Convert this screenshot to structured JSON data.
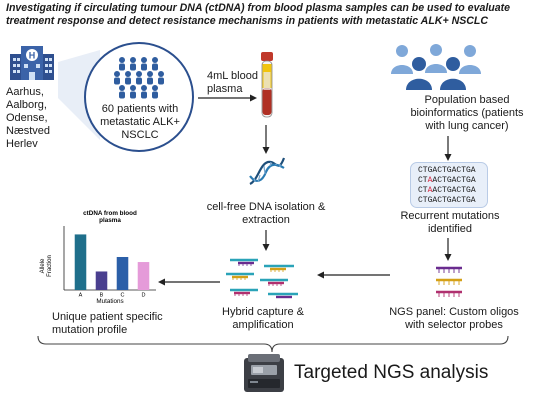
{
  "title_line1": "Investigating if circulating tumour DNA (ctDNA) from blood plasma samples can be used to evaluate",
  "title_line2": "treatment response and detect resistance mechanisms in patients with metastatic ALK+ NSCLC",
  "hospitals": [
    "Aarhus,",
    "Aalborg,",
    "Odense,",
    "Næstved",
    "Herlev"
  ],
  "patients": {
    "line1": "60 patients with",
    "line2": "metastatic ALK+",
    "line3": "NSCLC"
  },
  "blood": {
    "line1": "4mL blood",
    "line2": "plasma"
  },
  "population": {
    "line1": "Population based",
    "line2": "bioinformatics  (patients",
    "line3": "with lung cancer)"
  },
  "sequences": {
    "s1": "CTGACTGACTGA",
    "s2a": "CT",
    "s2b": "A",
    "s2c": "ACTGACTGA",
    "s3a": "CT",
    "s3b": "A",
    "s3c": "ACTGACTGA",
    "s4": "CTGACTGACTGA"
  },
  "recurrent": {
    "line1": "Recurrent mutations",
    "line2": "identified"
  },
  "cfdna": {
    "line1": "cell-free DNA isolation &",
    "line2": "extraction"
  },
  "ngs_panel": {
    "line1": "NGS panel: Custom oligos",
    "line2": "with selector probes"
  },
  "hybrid": {
    "line1": "Hybrid capture &",
    "line2": "amplification"
  },
  "profile": {
    "line1": "Unique patient specific",
    "line2": "mutation profile"
  },
  "bottom_label": "Targeted NGS analysis",
  "chart_data": {
    "type": "bar",
    "title_line1": "ctDNA from blood",
    "title_line2": "plasma",
    "ylabel_line1": "Allele",
    "ylabel_line2": "Fraction",
    "xlabel": "Mutations",
    "categories": [
      "A",
      "B",
      "C",
      "D"
    ],
    "values": [
      16.5,
      5.5,
      9.8,
      8.3
    ],
    "ylim": [
      0,
      19
    ],
    "colors": [
      "#1f6f8b",
      "#4a3f8f",
      "#2b5fa8",
      "#e59bd9"
    ]
  },
  "colors": {
    "people": "#2f5d9f",
    "people_light": "#7fa8d9",
    "circle": "#2b4f8e",
    "building": "#2e4f8f",
    "tube_red": "#c0392b"
  }
}
